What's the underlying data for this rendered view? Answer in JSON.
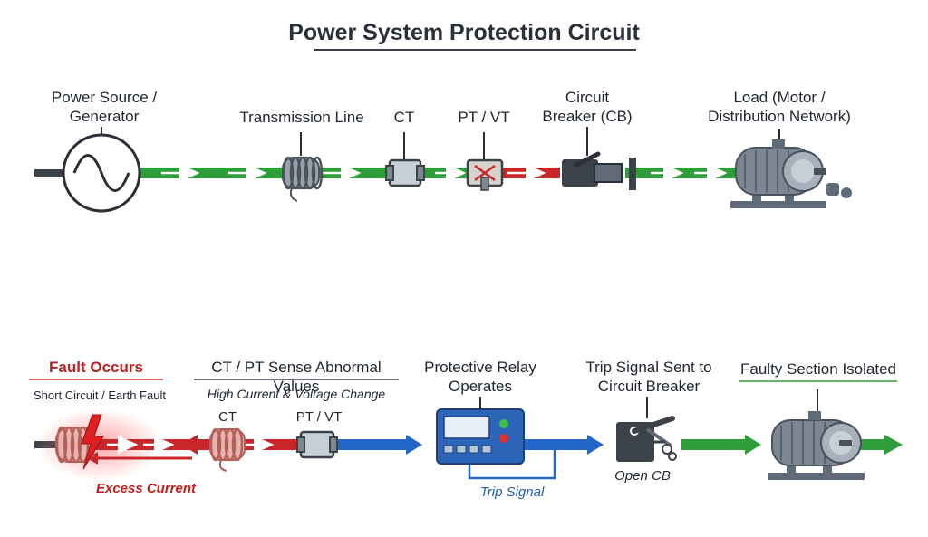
{
  "title": "Power System Protection Circuit",
  "top_row": {
    "source_label": "Power Source /\nGenerator",
    "line_label": "Transmission Line",
    "ct_label": "CT",
    "pt_label": "PT / VT",
    "cb_label": "Circuit\nBreaker (CB)",
    "load_label": "Load (Motor /\nDistribution Network)"
  },
  "bottom_row": {
    "fault_heading": "Fault Occurs",
    "fault_sub": "Short Circuit / Earth Fault",
    "excess_label": "Excess Current",
    "sense_heading": "CT / PT Sense Abnormal Values",
    "sense_sub": "High Current & Voltage Change",
    "ct_label": "CT",
    "pt_label": "PT / VT",
    "relay_heading": "Protective Relay\nOperates",
    "trip_signal_label": "Trip Signal",
    "trip_heading": "Trip Signal Sent to\nCircuit Breaker",
    "open_cb_label": "Open CB",
    "isolated_heading": "Faulty Section Isolated"
  },
  "colors": {
    "normal_flow": "#2e9e3a",
    "fault_flow": "#c8262a",
    "signal_flow": "#2166c8",
    "equipment": "#5f6b78"
  },
  "icons": [
    "sine-wave-icon",
    "coil-icon",
    "current-transformer-icon",
    "voltage-transformer-icon",
    "circuit-breaker-icon",
    "motor-icon",
    "lightning-icon",
    "relay-icon"
  ]
}
